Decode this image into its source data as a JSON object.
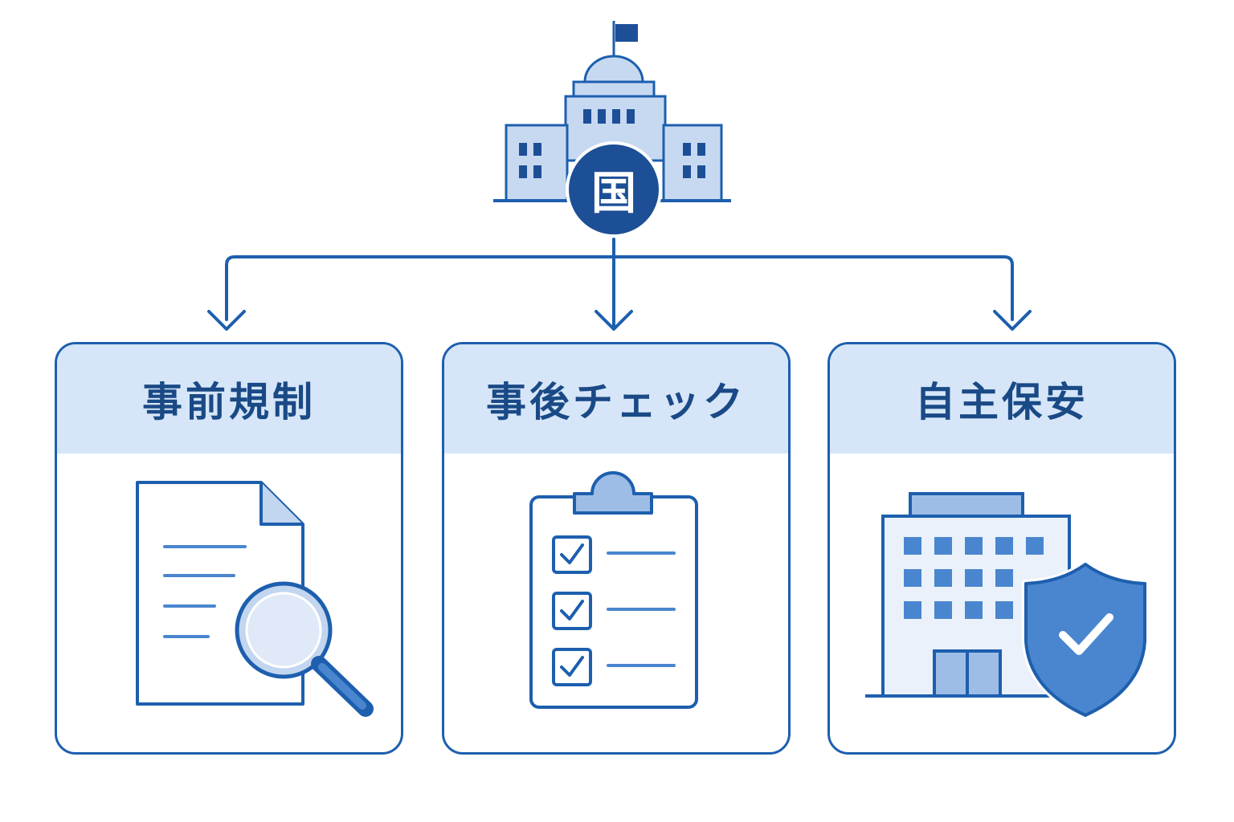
{
  "government": {
    "label": "国"
  },
  "categories": [
    {
      "title": "事前規制",
      "icon": "document-magnifier-icon"
    },
    {
      "title": "事後チェック",
      "icon": "clipboard-checklist-icon"
    },
    {
      "title": "自主保安",
      "icon": "building-shield-icon"
    }
  ],
  "colors": {
    "primary": "#1d5fae",
    "dark": "#1a4a86",
    "light": "#d6e6f8",
    "mid": "#4a86cf",
    "pale": "#c3d6f0"
  }
}
